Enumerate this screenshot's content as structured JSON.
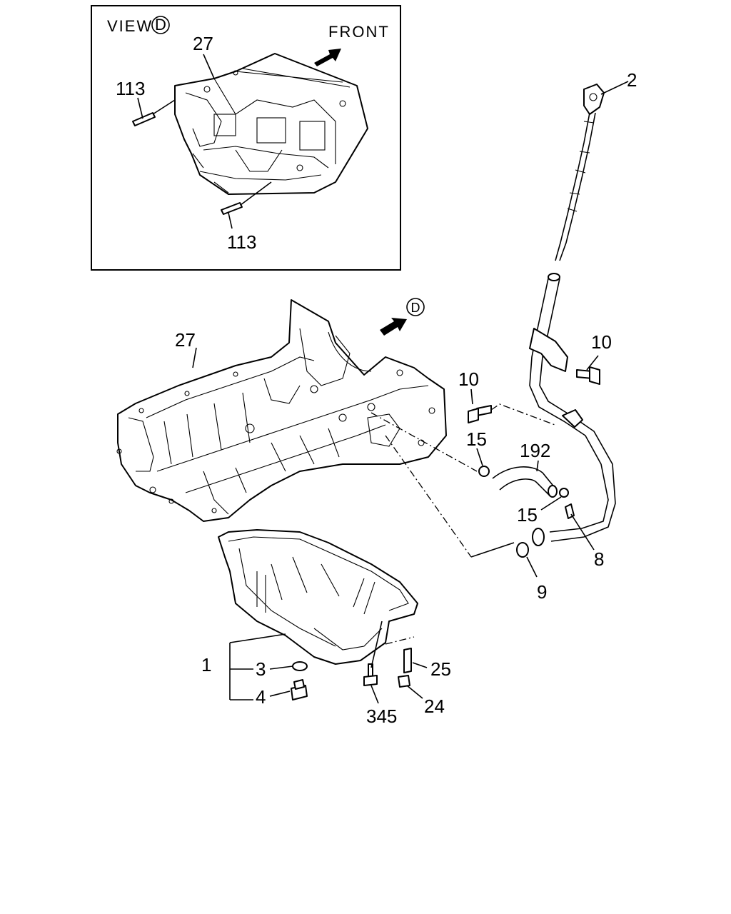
{
  "inset": {
    "view_label": "VIEW",
    "view_circle": "D",
    "front_label": "FRONT",
    "callouts": [
      "27",
      "113",
      "113"
    ]
  },
  "main": {
    "view_arrow_circle": "D",
    "callouts": {
      "c2": "2",
      "c27": "27",
      "c10a": "10",
      "c10b": "10",
      "c15a": "15",
      "c15b": "15",
      "c192": "192",
      "c8": "8",
      "c9": "9",
      "c1": "1",
      "c3": "3",
      "c4": "4",
      "c25": "25",
      "c24": "24",
      "c345": "345"
    }
  }
}
